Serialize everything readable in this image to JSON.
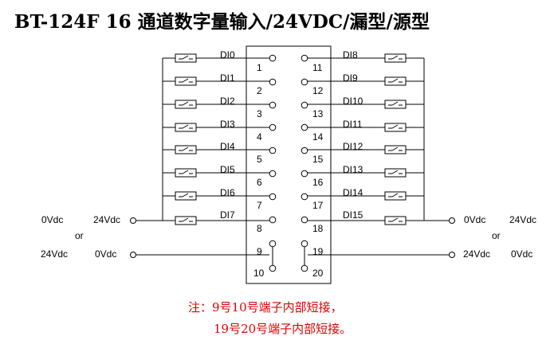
{
  "title": "BT-124F    16 通道数字量输入/24VDC/漏型/源型",
  "left_channels": [
    "DI0",
    "DI1",
    "DI2",
    "DI3",
    "DI4",
    "DI5",
    "DI6",
    "DI7"
  ],
  "right_channels": [
    "DI8",
    "DI9",
    "DI10",
    "DI11",
    "DI12",
    "DI13",
    "DI14",
    "DI15"
  ],
  "left_terminals": [
    "1",
    "2",
    "3",
    "4",
    "5",
    "6",
    "7",
    "8",
    "9",
    "10"
  ],
  "right_terminals": [
    "11",
    "12",
    "13",
    "14",
    "15",
    "16",
    "17",
    "18",
    "19",
    "20"
  ],
  "power_left": {
    "option_a_top": "0Vdc",
    "option_a_bottom": "24Vdc",
    "or": "or",
    "option_b_top": "24Vdc",
    "option_b_bottom": "0Vdc"
  },
  "power_right": {
    "option_a_top": "0Vdc",
    "option_a_bottom": "24Vdc",
    "or": "or",
    "option_b_top": "24Vdc",
    "option_b_bottom": "0Vdc"
  },
  "note": {
    "line1": "注：9号10号端子内部短接，",
    "line2": "19号20号端子内部短接。",
    "color": "#e00000"
  }
}
